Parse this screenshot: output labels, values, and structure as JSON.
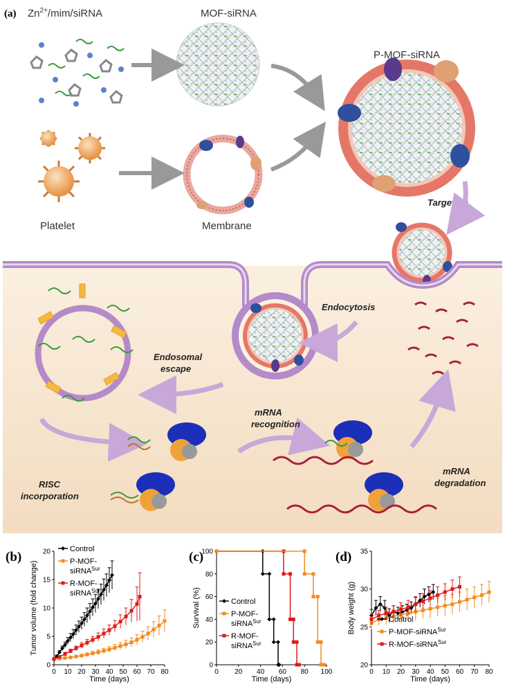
{
  "panel_a": {
    "letter": "(a)",
    "labels": {
      "reagents_base": "Zn",
      "reagents_sup": "2+",
      "reagents_rest": "/mim/siRNA",
      "mof_sirna": "MOF-siRNA",
      "p_mof_sirna": "P-MOF-siRNA",
      "platelet": "Platelet",
      "membrane": "Membrane"
    },
    "steps": {
      "targeting": "Targeting",
      "endocytosis": "Endocytosis",
      "endosomal_escape_1": "Endosomal",
      "endosomal_escape_2": "escape",
      "mrna_recognition_1": "mRNA",
      "mrna_recognition_2": "recognition",
      "risc_1": "RISC",
      "risc_2": "incorporation",
      "degradation_1": "mRNA",
      "degradation_2": "degradation"
    }
  },
  "panels": {
    "b": "(b)",
    "c": "(c)",
    "d": "(d)"
  },
  "colors": {
    "control": "#000000",
    "p_mof": "#f28c1e",
    "r_mof": "#e01919"
  },
  "chart_data": [
    {
      "type": "line",
      "panel": "b",
      "xlabel": "Time (days)",
      "ylabel": "Tumor volume (fold change)",
      "xlim": [
        0,
        80
      ],
      "ylim": [
        0,
        20
      ],
      "xticks": [
        0,
        10,
        20,
        30,
        40,
        50,
        60,
        70,
        80
      ],
      "yticks": [
        0,
        5,
        10,
        15,
        20
      ],
      "legend": [
        {
          "lines": [
            "Control"
          ]
        },
        {
          "lines": [
            "P-MOF-",
            "siRNA"
          ],
          "sup": "Sur"
        },
        {
          "lines": [
            "R-MOF-",
            "siRNA"
          ],
          "sup": "Sur"
        }
      ],
      "series": [
        {
          "key": "control",
          "x": [
            0,
            2,
            4,
            6,
            8,
            10,
            12,
            14,
            16,
            18,
            20,
            22,
            24,
            26,
            28,
            30,
            32,
            34,
            36,
            38,
            40,
            42
          ],
          "y": [
            1,
            1.5,
            2.2,
            2.9,
            3.5,
            4.2,
            4.8,
            5.4,
            6.1,
            6.7,
            7.3,
            8.0,
            8.7,
            9.4,
            10.1,
            10.8,
            11.6,
            12.4,
            13.2,
            14.0,
            14.9,
            15.8
          ],
          "err": [
            0.1,
            0.2,
            0.3,
            0.4,
            0.5,
            0.6,
            0.7,
            0.8,
            0.9,
            1.0,
            1.1,
            1.2,
            1.3,
            1.4,
            1.5,
            1.6,
            1.7,
            1.8,
            1.9,
            2.0,
            2.2,
            2.5
          ]
        },
        {
          "key": "p_mof",
          "x": [
            0,
            4,
            8,
            12,
            16,
            20,
            24,
            28,
            32,
            36,
            40,
            44,
            48,
            52,
            56,
            60,
            64,
            68,
            72,
            76,
            80
          ],
          "y": [
            1,
            1.1,
            1.2,
            1.3,
            1.45,
            1.6,
            1.8,
            2.0,
            2.2,
            2.45,
            2.7,
            3.0,
            3.3,
            3.6,
            3.95,
            4.4,
            4.9,
            5.5,
            6.2,
            6.9,
            7.7
          ],
          "err": [
            0.1,
            0.1,
            0.15,
            0.2,
            0.2,
            0.25,
            0.3,
            0.35,
            0.4,
            0.45,
            0.5,
            0.55,
            0.6,
            0.7,
            0.8,
            0.9,
            1.0,
            1.2,
            1.4,
            1.7,
            2.0
          ]
        },
        {
          "key": "r_mof",
          "x": [
            0,
            4,
            8,
            12,
            16,
            20,
            24,
            28,
            32,
            36,
            40,
            44,
            48,
            52,
            56,
            60,
            62
          ],
          "y": [
            1,
            1.4,
            1.9,
            2.4,
            2.9,
            3.4,
            3.9,
            4.4,
            4.9,
            5.5,
            6.1,
            6.8,
            7.6,
            8.5,
            9.5,
            10.7,
            12.0
          ],
          "err": [
            0.1,
            0.2,
            0.3,
            0.35,
            0.4,
            0.5,
            0.55,
            0.6,
            0.7,
            0.8,
            0.9,
            1.0,
            1.2,
            1.5,
            2.0,
            3.0,
            4.2
          ]
        }
      ]
    },
    {
      "type": "line",
      "panel": "c",
      "xlabel": "Time (days)",
      "ylabel": "Survival (%)",
      "xlim": [
        0,
        100
      ],
      "ylim": [
        0,
        100
      ],
      "xticks": [
        0,
        20,
        40,
        60,
        80,
        100
      ],
      "yticks": [
        0,
        20,
        40,
        60,
        80,
        100
      ],
      "legend": [
        {
          "lines": [
            "Control"
          ]
        },
        {
          "lines": [
            "P-MOF-",
            "siRNA"
          ],
          "sup": "Sur"
        },
        {
          "lines": [
            "R-MOF-",
            "siRNA"
          ],
          "sup": "Sur"
        }
      ],
      "series": [
        {
          "key": "control",
          "x": [
            0,
            42,
            42,
            48,
            48,
            52,
            52,
            56,
            56,
            57
          ],
          "y": [
            100,
            100,
            80,
            80,
            40,
            40,
            20,
            20,
            0,
            0
          ]
        },
        {
          "key": "r_mof",
          "x": [
            0,
            61,
            61,
            67,
            67,
            70,
            70,
            73,
            73,
            75
          ],
          "y": [
            100,
            100,
            80,
            80,
            40,
            40,
            20,
            20,
            0,
            0
          ]
        },
        {
          "key": "p_mof",
          "x": [
            0,
            80,
            80,
            88,
            88,
            92,
            92,
            95,
            95,
            98
          ],
          "y": [
            100,
            100,
            80,
            80,
            60,
            60,
            20,
            20,
            0,
            0
          ]
        }
      ]
    },
    {
      "type": "line",
      "panel": "d",
      "xlabel": "Time (days)",
      "ylabel": "Body weight (g)",
      "xlim": [
        0,
        80
      ],
      "ylim": [
        20,
        35
      ],
      "xticks": [
        0,
        10,
        20,
        30,
        40,
        50,
        60,
        70,
        80
      ],
      "yticks": [
        20,
        25,
        30,
        35
      ],
      "legend": [
        {
          "lines": [
            "Control"
          ]
        },
        {
          "lines": [
            "P-MOF-siRNA"
          ],
          "sup": "Sur"
        },
        {
          "lines": [
            "R-MOF-siRNA"
          ],
          "sup": "Sur"
        }
      ],
      "series": [
        {
          "key": "control",
          "x": [
            0,
            3,
            6,
            9,
            12,
            15,
            18,
            21,
            24,
            27,
            30,
            33,
            36,
            39,
            42
          ],
          "y": [
            26.5,
            27.5,
            28.0,
            27.5,
            26.5,
            27.0,
            26.8,
            27.0,
            27.2,
            27.5,
            28.0,
            28.5,
            29.0,
            29.3,
            29.6
          ],
          "err": [
            0.8,
            1.0,
            1.0,
            1.0,
            0.9,
            0.8,
            0.8,
            0.8,
            0.8,
            0.8,
            0.9,
            0.9,
            1.0,
            1.0,
            1.0
          ]
        },
        {
          "key": "p_mof",
          "x": [
            0,
            5,
            10,
            15,
            20,
            25,
            30,
            35,
            40,
            45,
            50,
            55,
            60,
            65,
            70,
            75,
            80
          ],
          "y": [
            25.5,
            26.0,
            26.2,
            26.4,
            26.6,
            26.8,
            27.0,
            27.2,
            27.4,
            27.6,
            27.8,
            28.0,
            28.3,
            28.6,
            28.9,
            29.2,
            29.6
          ],
          "err": [
            0.8,
            0.8,
            0.9,
            0.9,
            1.0,
            1.0,
            1.1,
            1.1,
            1.2,
            1.2,
            1.3,
            1.3,
            1.3,
            1.4,
            1.4,
            1.4,
            1.4
          ]
        },
        {
          "key": "r_mof",
          "x": [
            0,
            5,
            10,
            15,
            20,
            25,
            30,
            35,
            40,
            45,
            50,
            55,
            60
          ],
          "y": [
            26.0,
            26.5,
            26.8,
            27.0,
            27.3,
            27.6,
            28.0,
            28.4,
            28.8,
            29.2,
            29.6,
            30.0,
            30.3
          ],
          "err": [
            0.7,
            0.7,
            0.8,
            0.8,
            0.9,
            0.9,
            1.0,
            1.0,
            1.0,
            1.1,
            1.1,
            1.2,
            1.3
          ]
        }
      ]
    }
  ]
}
